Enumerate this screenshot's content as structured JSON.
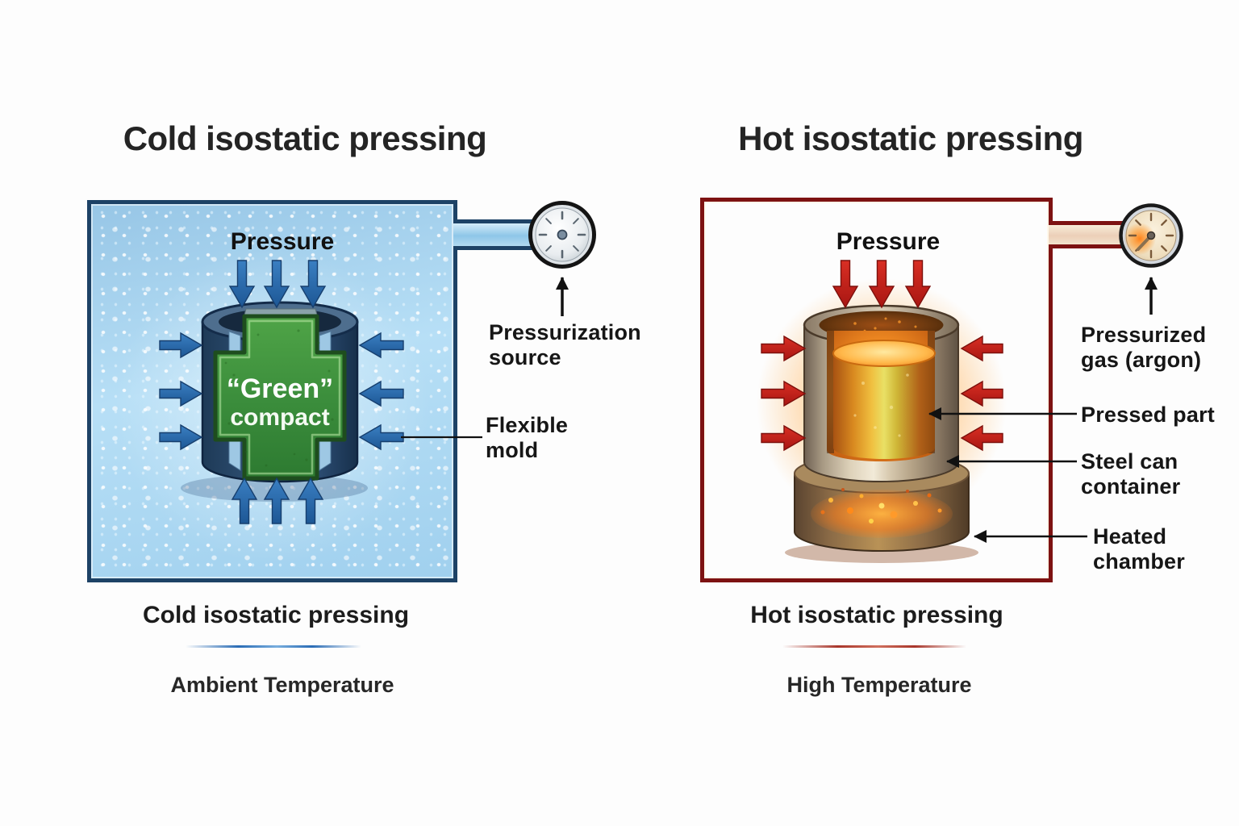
{
  "colors": {
    "cold_border": "#1d4266",
    "cold_fill": "#aed6f0",
    "cold_arrow": "#2a6cb5",
    "green_compact": "#3d8f3d",
    "hot_border": "#7d1212",
    "hot_fill": "#e9c6b6",
    "hot_arrow": "#c42420",
    "glow_orange": "#ffb14e",
    "steel_metal": "#cfc2ac",
    "label_text": "#161616"
  },
  "left_panel": {
    "title": "Cold isostatic pressing",
    "pressure_label": "Pressure",
    "compact_line1": "“Green”",
    "compact_line2": "compact",
    "pressurization_label": "Pressurization\nsource",
    "mold_label": "Flexible\nmold",
    "caption": "Cold isostatic pressing",
    "temperature": "Ambient Temperature"
  },
  "right_panel": {
    "title": "Hot isostatic pressing",
    "pressure_label": "Pressure",
    "gas_label": "Pressurized\ngas (argon)",
    "pressed_part_label": "Pressed part",
    "steel_can_label": "Steel can\ncontainer",
    "heated_chamber_label": "Heated\nchamber",
    "caption": "Hot isostatic pressing",
    "temperature": "High Temperature"
  },
  "icons": {
    "cold_gauge": "pressure-gauge-icon",
    "hot_gauge": "pressure-gauge-icon"
  }
}
